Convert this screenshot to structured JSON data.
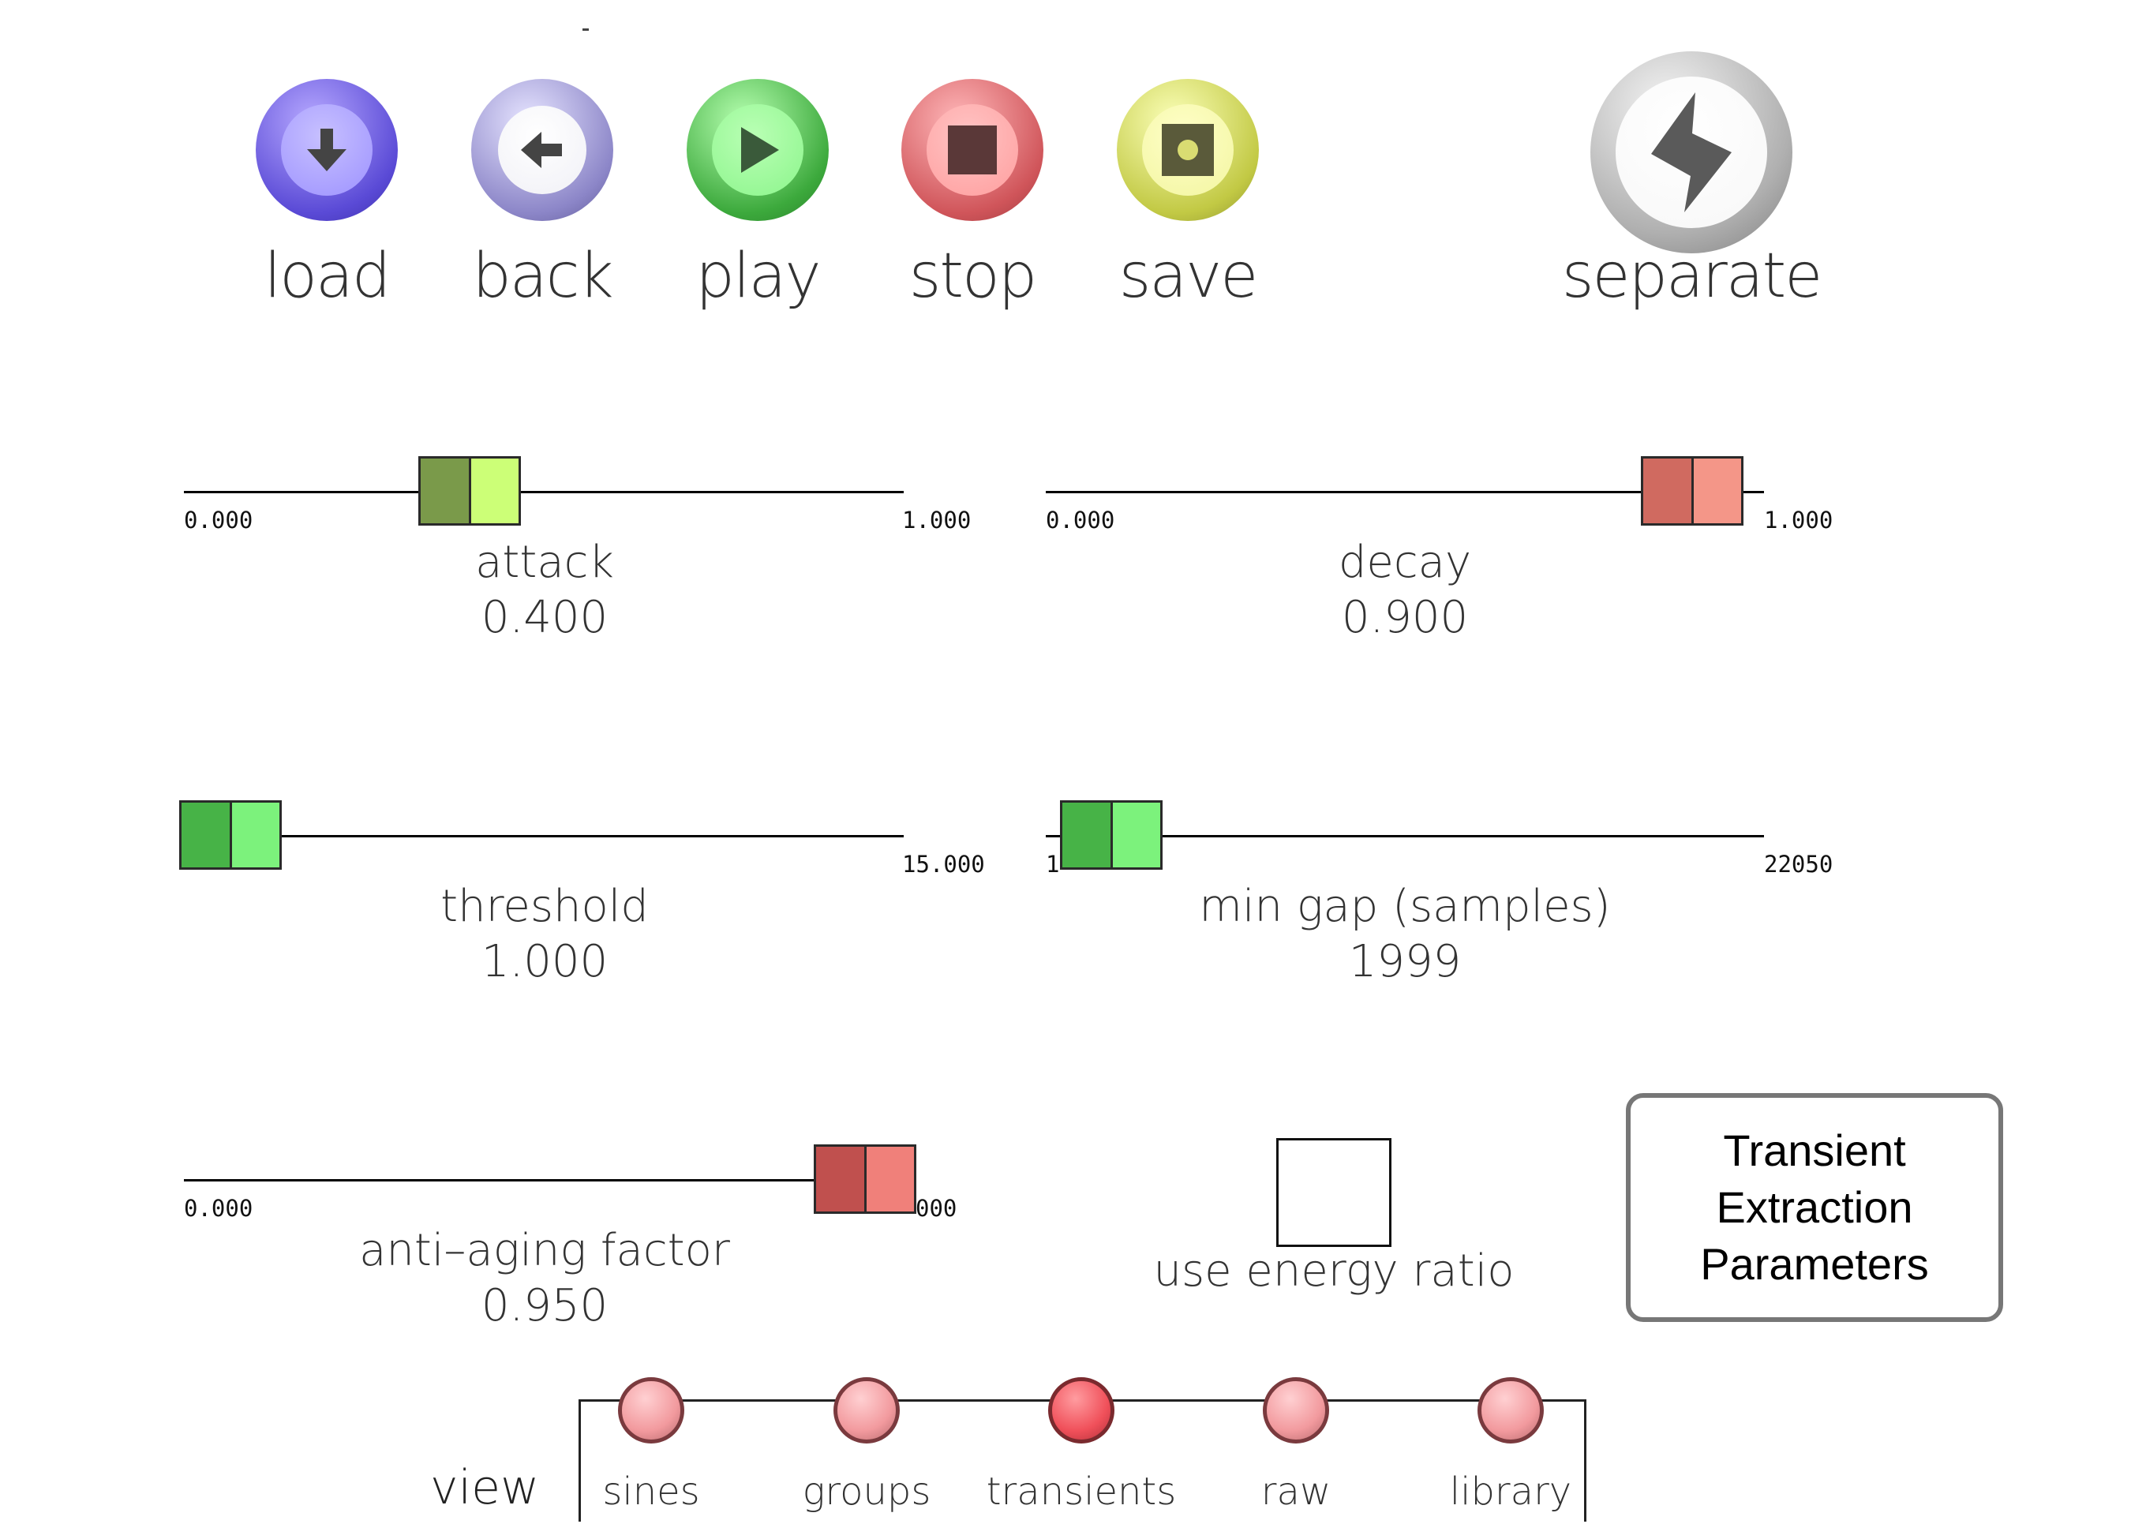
{
  "toolbar": {
    "load_label": "load",
    "back_label": "back",
    "play_label": "play",
    "stop_label": "stop",
    "save_label": "save",
    "separate_label": "separate"
  },
  "sliders": {
    "attack": {
      "label": "attack",
      "value": "0.400",
      "min": "0.000",
      "max": "1.000",
      "fraction": 0.4
    },
    "decay": {
      "label": "decay",
      "value": "0.900",
      "min": "0.000",
      "max": "1.000",
      "fraction": 0.9
    },
    "threshold": {
      "label": "threshold",
      "value": "1.000",
      "min": "",
      "max": "15.000",
      "fraction": 0.0
    },
    "min_gap": {
      "label": "min  gap  (samples)",
      "value": "1999",
      "min": "1",
      "max": "22050",
      "fraction": 0.09
    },
    "anti_aging": {
      "label": "anti–aging  factor",
      "value": "0.950",
      "min": "0.000",
      "max": "000",
      "fraction": 0.95
    }
  },
  "energy_ratio": {
    "label": "use  energy  ratio",
    "checked": false
  },
  "panel": {
    "title_line1": "Transient",
    "title_line2": "Extraction",
    "title_line3": "Parameters"
  },
  "view": {
    "label": "view",
    "options": [
      "sines",
      "groups",
      "transients",
      "raw",
      "library"
    ],
    "selected": "transients"
  },
  "colors": {
    "load": "#7a6ee8",
    "back": "#9a96d8",
    "play": "#55c455",
    "stop": "#e36f73",
    "save": "#d8df5c",
    "separate": "#bdbdbd",
    "attack_handle": [
      "#7a9a4a",
      "#ccff77"
    ],
    "decay_handle": [
      "#d06a60",
      "#f49688"
    ],
    "threshold_handle": [
      "#47b347",
      "#7cf27c"
    ],
    "min_gap_handle": [
      "#47b347",
      "#7cf27c"
    ],
    "anti_aging_handle": [
      "#c0504e",
      "#f0807a"
    ],
    "view_dot": "#f29a9e",
    "view_dot_selected": "#f0505a"
  },
  "icons": {
    "load": "arrow-down-icon",
    "back": "arrow-left-icon",
    "play": "play-triangle-icon",
    "stop": "stop-square-icon",
    "save": "record-square-icon",
    "separate": "lightning-bolt-icon"
  }
}
